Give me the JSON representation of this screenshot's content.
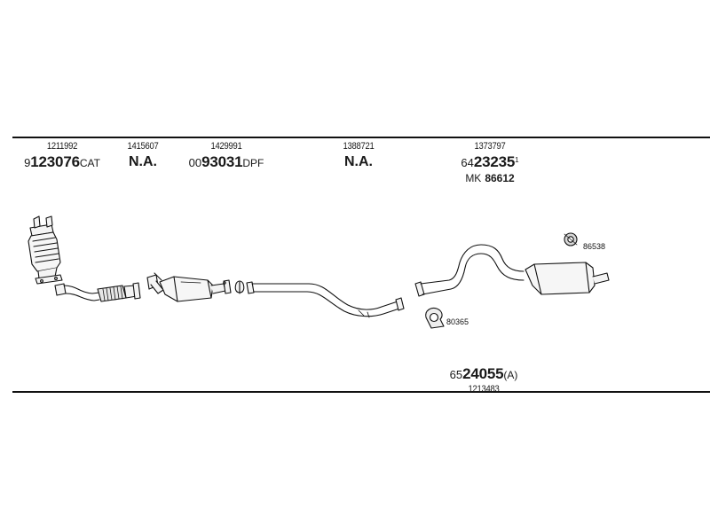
{
  "parts": [
    {
      "oe": "1211992",
      "prefix": "9",
      "number": "123076",
      "suffix": "CAT"
    },
    {
      "oe": "1415607",
      "na": "N.A."
    },
    {
      "oe": "1429991",
      "prefix": "00",
      "number": "93031",
      "suffix": "DPF"
    },
    {
      "oe": "1388721",
      "na": "N.A."
    },
    {
      "oe": "1373797",
      "prefix": "64",
      "number": "23235",
      "sup": "1",
      "mk_label": "MK",
      "mk_value": "86612"
    }
  ],
  "bottom_part": {
    "prefix": "65",
    "number": "24055",
    "suffix": "(A)",
    "oe": "1213483"
  },
  "callouts": {
    "clamp_right": "86538",
    "gasket_mid": "80365"
  },
  "colors": {
    "line": "#111111",
    "fill": "#f2f2f2",
    "shade": "#bdbdbd"
  }
}
